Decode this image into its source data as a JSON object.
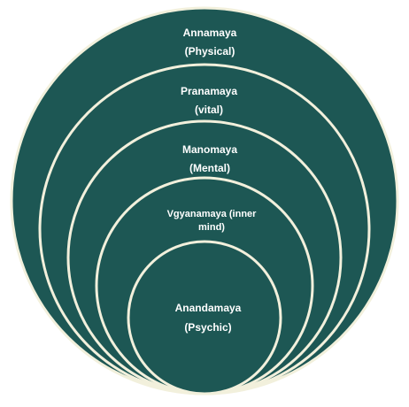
{
  "colors": {
    "fill": "#1d5754",
    "stroke": "#f2f0dc",
    "text": "#ffffff"
  },
  "layers": [
    {
      "line1": "Annamaya",
      "line2": "(Physical)"
    },
    {
      "line1": "Pranamaya",
      "line2": "(vital)"
    },
    {
      "line1": "Manomaya",
      "line2": "(Mental)"
    },
    {
      "line1": "Vgyanamaya (inner",
      "line2": "mind)"
    },
    {
      "line1": "Anandamaya",
      "line2": "(Psychic)"
    }
  ]
}
